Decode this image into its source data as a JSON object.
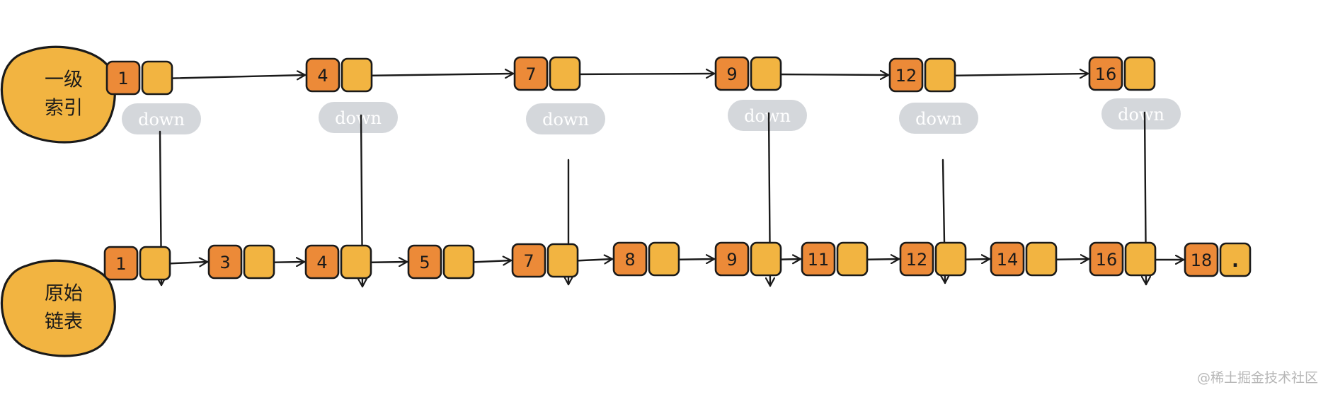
{
  "diagram": {
    "index_level": {
      "label_line1": "一级",
      "label_line2": "索引",
      "nodes": [
        "1",
        "4",
        "7",
        "9",
        "12",
        "16"
      ],
      "pointer_label": "down",
      "last_pointer_mark": ""
    },
    "base_level": {
      "label_line1": "原始",
      "label_line2": "链表",
      "nodes": [
        "1",
        "3",
        "4",
        "5",
        "7",
        "8",
        "9",
        "11",
        "12",
        "14",
        "16",
        "18"
      ],
      "last_pointer_mark": "."
    },
    "colors": {
      "key_box": "#ec8a38",
      "next_box": "#f2b441",
      "label_blob": "#f2b441",
      "down_tag": "#d4d7db",
      "stroke": "#1a1a1a"
    }
  },
  "watermark": "@稀土掘金技术社区"
}
